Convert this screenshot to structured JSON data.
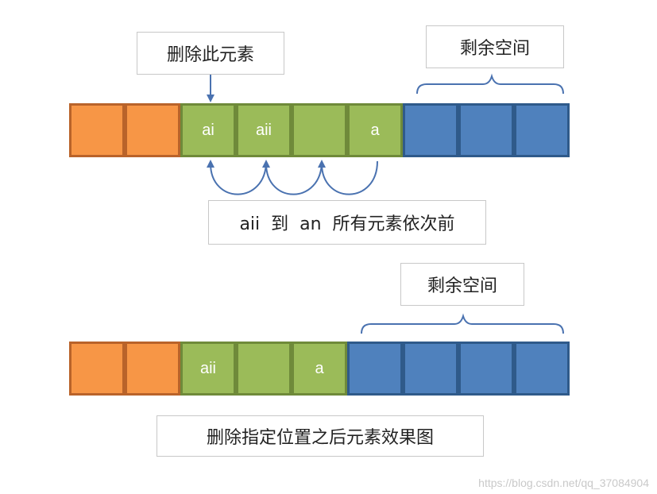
{
  "top": {
    "delete_label": "删除此元素",
    "remaining_label": "剩余空间",
    "shift_label": "aii  到  an  所有元素依次前",
    "cells": [
      {
        "color": "orange",
        "text": ""
      },
      {
        "color": "orange",
        "text": ""
      },
      {
        "color": "green",
        "text": "ai"
      },
      {
        "color": "green",
        "text": "aii"
      },
      {
        "color": "green",
        "text": ""
      },
      {
        "color": "green",
        "text": "a"
      },
      {
        "color": "blue",
        "text": ""
      },
      {
        "color": "blue",
        "text": ""
      },
      {
        "color": "blue",
        "text": ""
      }
    ]
  },
  "bottom": {
    "remaining_label": "剩余空间",
    "result_label": "删除指定位置之后元素效果图",
    "cells": [
      {
        "color": "orange",
        "text": ""
      },
      {
        "color": "orange",
        "text": ""
      },
      {
        "color": "green",
        "text": "aii"
      },
      {
        "color": "green",
        "text": ""
      },
      {
        "color": "green",
        "text": "a"
      },
      {
        "color": "blue",
        "text": ""
      },
      {
        "color": "blue",
        "text": ""
      },
      {
        "color": "blue",
        "text": ""
      },
      {
        "color": "blue",
        "text": ""
      }
    ]
  },
  "watermark": "https://blog.csdn.net/qq_37084904",
  "colors": {
    "orange": "#f79646",
    "green": "#9bbb59",
    "blue": "#4f81bd",
    "arrow": "#4a72b0"
  }
}
